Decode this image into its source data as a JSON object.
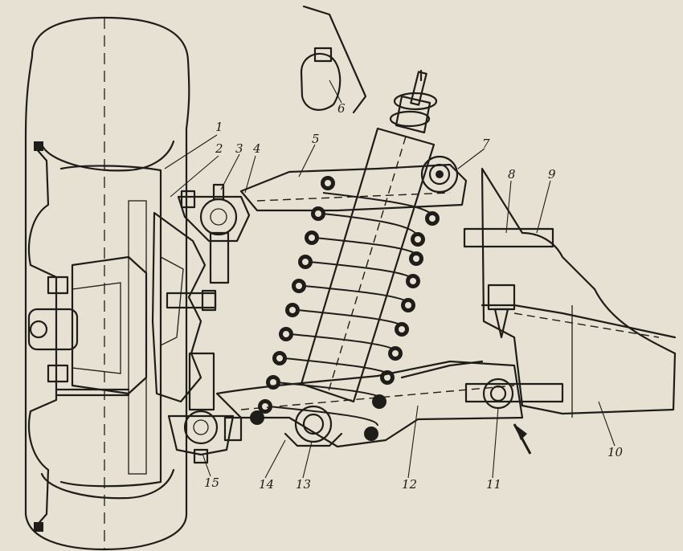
{
  "callouts": {
    "c1": "1",
    "c2": "2",
    "c3": "3",
    "c4": "4",
    "c5": "5",
    "c6": "6",
    "c7": "7",
    "c8": "8",
    "c9": "9",
    "c10": "10",
    "c11": "11",
    "c12": "12",
    "c13": "13",
    "c14": "14",
    "c15": "15"
  },
  "colors": {
    "paper": "#e6e1d2",
    "ink": "#1f1d19"
  }
}
